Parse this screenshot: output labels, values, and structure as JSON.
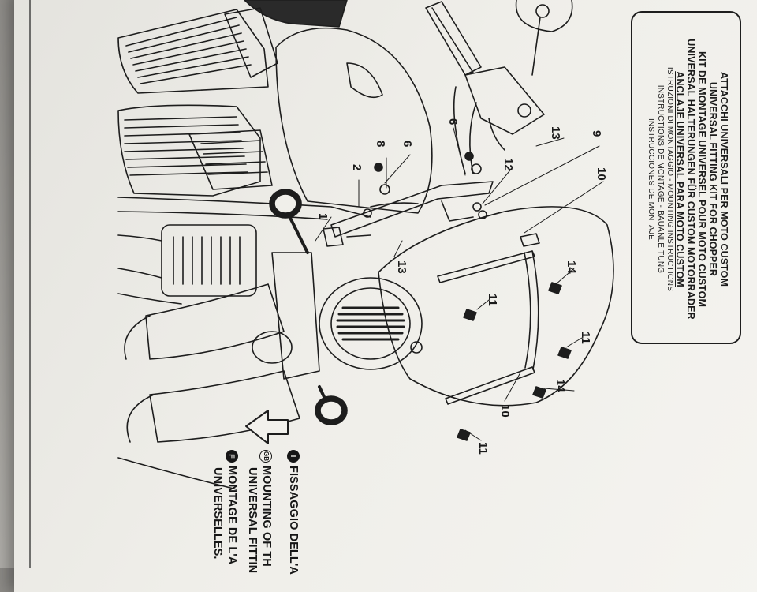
{
  "title_block": {
    "title_lines": [
      "ATTACCHI UNIVERSALI PER MOTO CUSTOM",
      "UNIVERSAL FITTING KIT FOR CHOPPER",
      "KIT DE MONTAGE UNIVERSEL POUR MOTO CUSTOM",
      "UNIVERSAL HALTERUNGEN FÜR CUSTOM MOTORRADER",
      "ANCLAJE UNIVERSAL PARA MOTO CUSTOM"
    ],
    "subtitle_lines": [
      "ISTRUZIONI DI MONTAGGIO - MOUNTING INSTRUCTIONS",
      "INSTRUCTIONS DE MONTAGE - BAUANLEITUNG",
      "INSTRUCCIONES DE MONTAJE"
    ]
  },
  "part_numbers": {
    "p1": "1",
    "p2": "2",
    "p6a": "6",
    "p6b": "6",
    "p8": "8",
    "p9": "9",
    "p10a": "10",
    "p10b": "10",
    "p11a": "11",
    "p11b": "11",
    "p11c": "11",
    "p12": "12",
    "p13a": "13",
    "p13b": "13",
    "p14a": "14",
    "p14b": "14"
  },
  "instructions": [
    {
      "badge": "I",
      "text": "FISSAGGIO DELL'A"
    },
    {
      "badge": "GB",
      "text": "MOUNTING OF TH"
    },
    {
      "badge": "",
      "text": "UNIVERSAL FITTIN"
    },
    {
      "badge": "F",
      "text": "MONTAGE DE L'A"
    },
    {
      "badge": "",
      "text": "UNIVERSELLES."
    }
  ]
}
